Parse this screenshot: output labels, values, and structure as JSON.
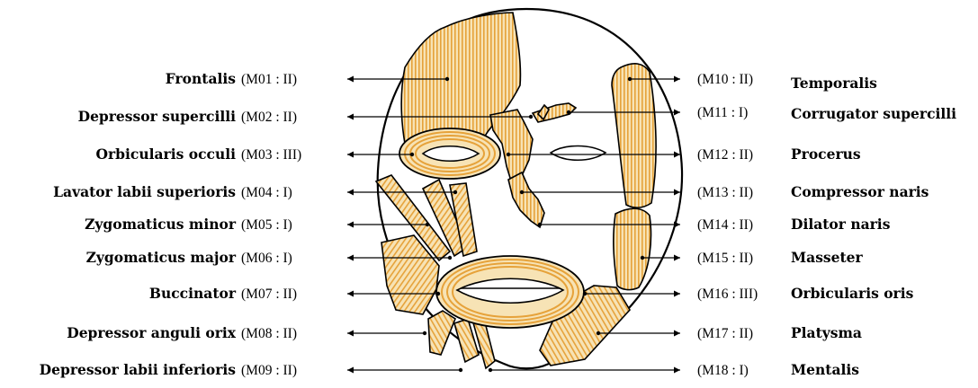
{
  "left_labels": [
    {
      "name": "Frontalis",
      "code": "(M01 : II)"
    },
    {
      "name": "Depressor supercilli",
      "code": "(M02 : II)"
    },
    {
      "name": "Orbicularis occuli",
      "code": "(M03 : III)"
    },
    {
      "name": "Lavator labii superioris",
      "code": "(M04 : I)"
    },
    {
      "name": "Zygomaticus minor",
      "code": "(M05 : I)"
    },
    {
      "name": "Zygomaticus major",
      "code": "(M06 : I)"
    },
    {
      "name": "Buccinator",
      "code": "(M07 : II)"
    },
    {
      "name": "Depressor anguli orix",
      "code": "(M08 : II)"
    },
    {
      "name": "Depressor labii inferioris",
      "code": "(M09 : II)"
    }
  ],
  "right_labels": [
    {
      "name": "Temporalis",
      "code": "(M10 : II)"
    },
    {
      "name": "Corrugator supercilli",
      "code": "(M11 : I)"
    },
    {
      "name": "Procerus",
      "code": "(M12 : II)"
    },
    {
      "name": "Compressor naris",
      "code": "(M13 : II)"
    },
    {
      "name": "Dilator naris",
      "code": "(M14 : II)"
    },
    {
      "name": "Masseter",
      "code": "(M15 : II)"
    },
    {
      "name": "Orbicularis oris",
      "code": "(M16 : III)"
    },
    {
      "name": "Platysma",
      "code": "(M17 : II)"
    },
    {
      "name": "Mentalis",
      "code": "(M18 : I)"
    }
  ],
  "colors": {
    "muscle_fill": "#f7e3b5",
    "muscle_stripe": "#e6a23a",
    "outline": "#000000"
  }
}
